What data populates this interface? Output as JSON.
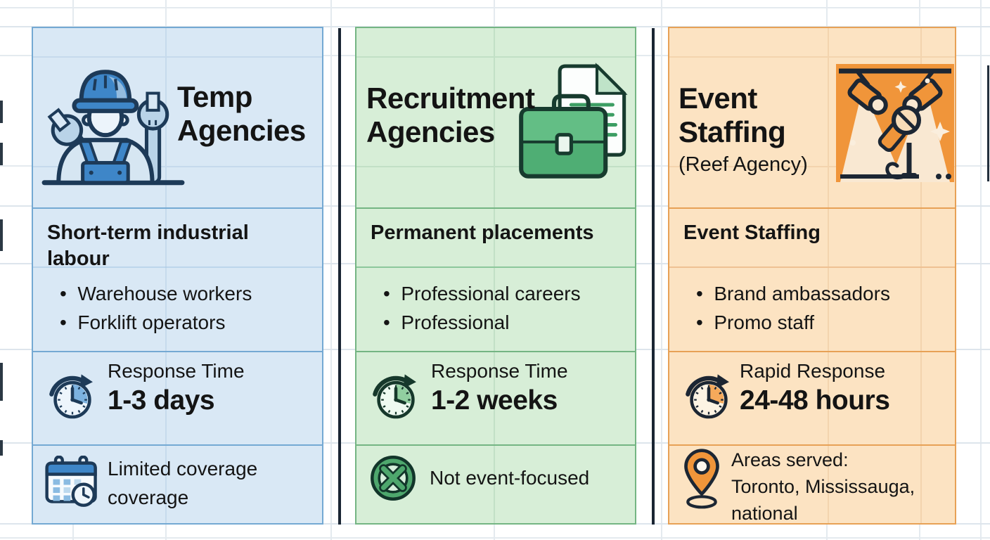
{
  "page": {
    "background": "#ffffff",
    "grid_color": "#e4eaef",
    "separator_color": "#1a2533",
    "text_color": "#141414"
  },
  "columns": [
    {
      "name": "Temp Agencies",
      "title_line1": "Temp",
      "title_line2": "Agencies",
      "header_icon": "construction-worker-icon",
      "heading": "Short-term industrial labour",
      "bullets": [
        "Warehouse workers",
        "Forklift operators"
      ],
      "response": {
        "icon": "response-clock-icon",
        "label": "Response Time",
        "value": "1-3 days"
      },
      "note": {
        "icon": "calendar-clock-icon",
        "line1": "Limited coverage",
        "line2": "coverage"
      },
      "colors": {
        "fill": "#d9e8f5",
        "border": "#74a9d3",
        "divider": "#9fc4e2",
        "tint": "#c6daec",
        "icon_dark": "#1d3a58",
        "icon_mid": "#3e86c8",
        "icon_light": "#b9d3e8",
        "icon_face": "#edf5fc",
        "icon_wedge": "#6fabdd"
      }
    },
    {
      "name": "Recruitment Agencies",
      "title_line1": "Recruitment",
      "title_line2": "Agencies",
      "header_icon": "briefcase-documents-icon",
      "heading": "Permanent placements",
      "bullets": [
        "Professional careers",
        "Professional"
      ],
      "response": {
        "icon": "response-clock-icon",
        "label": "Response Time",
        "value": "1-2 weeks"
      },
      "note": {
        "icon": "not-event-focused-icon",
        "line1": "Not event-focused"
      },
      "colors": {
        "fill": "#d7eed7",
        "border": "#74b583",
        "divider": "#8cc79b",
        "tint": "#c2e0c6",
        "icon_dark": "#16382b",
        "icon_mid": "#3c9e63",
        "icon_light": "#8fd1a4",
        "icon_face": "#eefaf1",
        "icon_wedge": "#86ca97"
      }
    },
    {
      "name": "Event Staffing (Reef Agency)",
      "title_line1": "Event",
      "title_line2": "Staffing",
      "subtitle": "(Reef Agency)",
      "header_icon": "event-spotlight-microphone-icon",
      "heading": "Event Staffing",
      "bullets": [
        "Brand ambassadors",
        "Promo staff"
      ],
      "response": {
        "icon": "response-clock-icon",
        "label": "Rapid Response",
        "value": "24-48 hours"
      },
      "note": {
        "icon": "location-pin-icon",
        "line1": "Areas served:",
        "line2": "Toronto, Mississauga,",
        "line3": "national"
      },
      "colors": {
        "fill": "#fce3c2",
        "border": "#e7a156",
        "divider": "#eec193",
        "tint": "#f3d4ae",
        "icon_dark": "#1c2633",
        "icon_mid": "#f0953a",
        "icon_light": "#f9e7cf",
        "icon_face": "#fdf3e3",
        "icon_wedge": "#f4a14b"
      }
    }
  ]
}
